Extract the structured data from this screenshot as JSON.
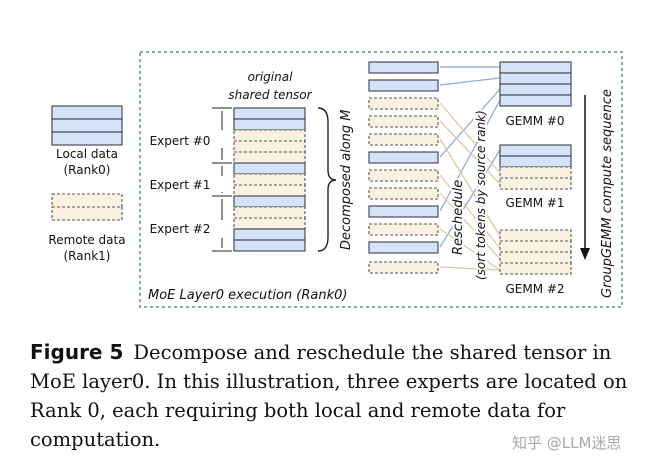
{
  "figure": {
    "legend": {
      "local_label_1": "Local data",
      "local_label_2": "(Rank0)",
      "remote_label_1": "Remote data",
      "remote_label_2": "(Rank1)"
    },
    "tensor_title_1": "original",
    "tensor_title_2": "shared tensor",
    "experts": [
      "Expert #0",
      "Expert #1",
      "Expert #2"
    ],
    "decomposed_label": "Decomposed along M",
    "reschedule_label_1": "Reschedule",
    "reschedule_label_2": "(sort tokens by source rank)",
    "gemms": [
      "GEMM #0",
      "GEMM #1",
      "GEMM #2"
    ],
    "sequence_label": "GroupGEMM compute sequence",
    "frame_label": "MoE Layer0 execution (Rank0)",
    "colors": {
      "local": "#d4e3f7",
      "remote": "#fbf1e1",
      "frame": "#2a7f7a"
    }
  },
  "caption": {
    "label": "Figure 5",
    "text": "Decompose and reschedule the shared tensor in MoE layer0. In this illustration, three experts are located on Rank 0, each requiring both local and remote data for computation."
  },
  "watermark": "知乎 @LLM迷思"
}
